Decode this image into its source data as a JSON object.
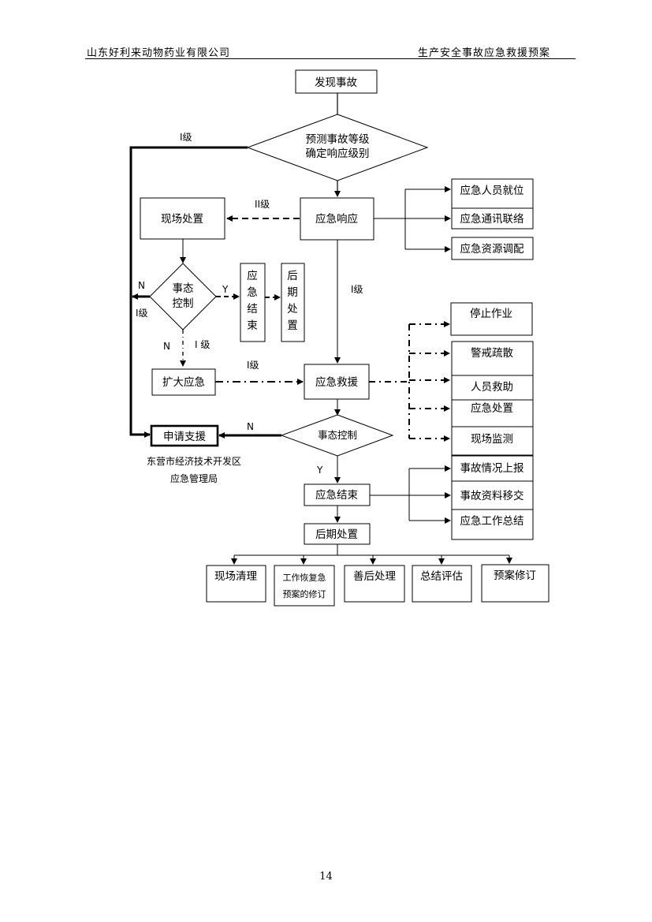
{
  "header": {
    "left": "山东好利来动物药业有限公司",
    "right": "生产安全事故应急救援预案"
  },
  "page_number": "14",
  "nodes": {
    "discover": "发现事故",
    "predict_line1": "预测事故等级",
    "predict_line2": "确定响应级别",
    "onsite": "现场处置",
    "response": "应急响应",
    "personnel": "应急人员就位",
    "comms": "应急通讯联络",
    "resources": "应急资源调配",
    "control_line1": "事态",
    "control_line2": "控制",
    "end_vertical": [
      "应",
      "急",
      "结",
      "束"
    ],
    "post_vertical": [
      "后",
      "期",
      "处",
      "置"
    ],
    "stop": "停止作业",
    "alert": "警戒疏散",
    "rescue_people": "人员救助",
    "disposal": "应急处置",
    "monitor": "现场监测",
    "expand": "扩大应急",
    "rescue": "应急救援",
    "support": "申请支援",
    "support_org_line1": "东营市经济技术开发区",
    "support_org_line2": "应急管理局",
    "control2": "事态控制",
    "report": "事故情况上报",
    "transfer": "事故资料移交",
    "summary": "应急工作总结",
    "end2": "应急结束",
    "post2": "后期处置",
    "clean": "现场清理",
    "restore_line1": "工作恢复急",
    "restore_line2": "预案的修订",
    "aftermath": "善后处理",
    "evaluate": "总结评估",
    "revise": "预案修订"
  },
  "edge_labels": {
    "level1_top": "I级",
    "level2": "II级",
    "level1_mid": "I级",
    "n_left": "N",
    "level1_left": "I级",
    "y_ctrl": "Y",
    "n_bottom": "N",
    "level1_bottom": "I 级",
    "level1_expand": "I级",
    "n_support": "N",
    "y_end": "Y"
  }
}
